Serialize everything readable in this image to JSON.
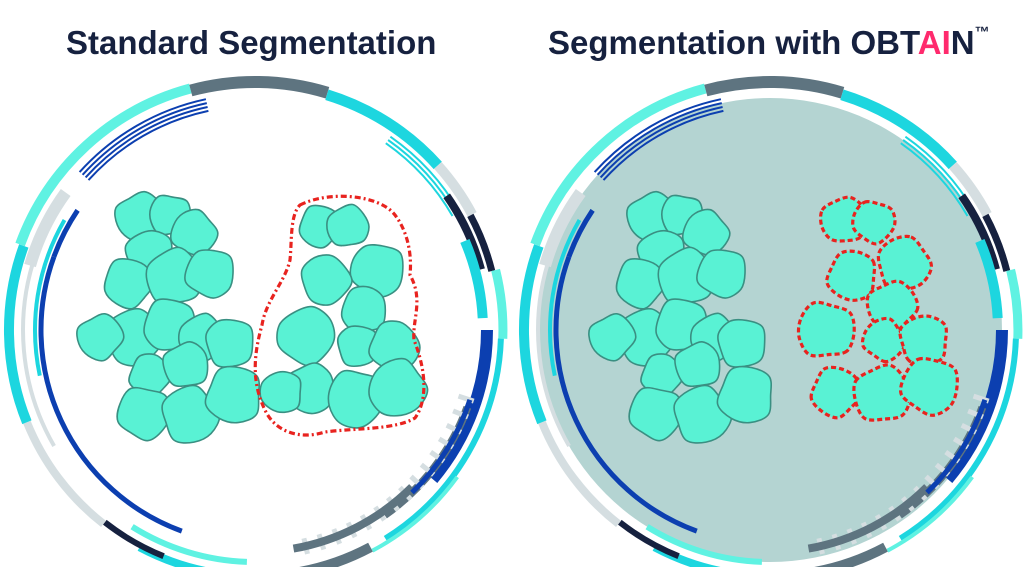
{
  "panels": {
    "left": {
      "title": "Standard Segmentation"
    },
    "right": {
      "title_prefix": "Segmentation with ",
      "brand_start": "OBT",
      "brand_highlight": "AI",
      "brand_end": "N",
      "trademark": "™"
    }
  },
  "colors": {
    "title_text": "#16213f",
    "brand_highlight": "#ff2a6d",
    "cell_fill": "#59f2d4",
    "cell_stroke": "#3a8f82",
    "segmentation_outline": "#e8231f",
    "dish_shade": "#b4d4d2",
    "ring_cyan": "#1dd6df",
    "ring_aqua": "#5ff2e2",
    "ring_navy": "#16213f",
    "ring_royal_blue": "#0c3fb0",
    "ring_slate": "#5e7480",
    "ring_light_gray": "#d5dee1"
  },
  "legend_icons": {
    "left_dish": "petri-dish-icon",
    "right_dish": "petri-dish-shaded-icon",
    "cell": "cell-icon"
  }
}
